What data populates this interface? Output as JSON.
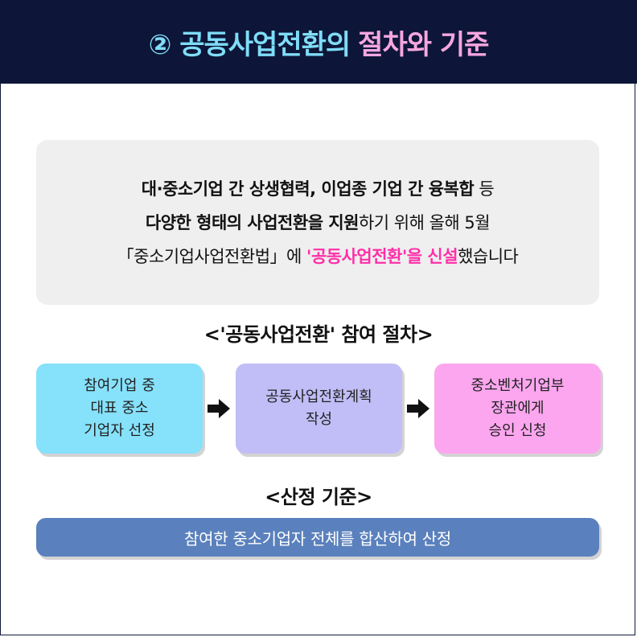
{
  "header": {
    "title_part1": "② 공동사업전환의",
    "title_part2": "절차와 기준"
  },
  "intro": {
    "line1_bold": "대·중소기업 간 상생협력, 이업종 기업 간 융복합",
    "line1_rest": " 등",
    "line2_bold": "다양한 형태의 사업전환을 지원",
    "line2_rest": "하기 위해 올해 5월",
    "line3_a": "「중소기업사업전환법」에 ",
    "line3_highlight": "'공동사업전환'을 신설",
    "line3_b": "했습니다"
  },
  "procedure": {
    "title": "<'공동사업전환' 참여 절차>",
    "steps": [
      {
        "lines": [
          "참여기업 중",
          "대표 중소",
          "기업자 선정"
        ]
      },
      {
        "lines": [
          "공동사업전환계획",
          "작성"
        ]
      },
      {
        "lines": [
          "중소벤처기업부",
          "장관에게",
          "승인 신청"
        ]
      }
    ]
  },
  "criteria": {
    "title": "<산정 기준>",
    "text": "참여한 중소기업자 전체를 합산하여 산정"
  },
  "colors": {
    "header_bg": "#0d1638",
    "title_blue": "#7fdcf7",
    "title_pink": "#f6a6df",
    "highlight": "#ff2fa8",
    "step1": "#86e1fa",
    "step2": "#c1bdf6",
    "step3": "#fca6ef",
    "criteria_bar": "#5a81bd"
  }
}
